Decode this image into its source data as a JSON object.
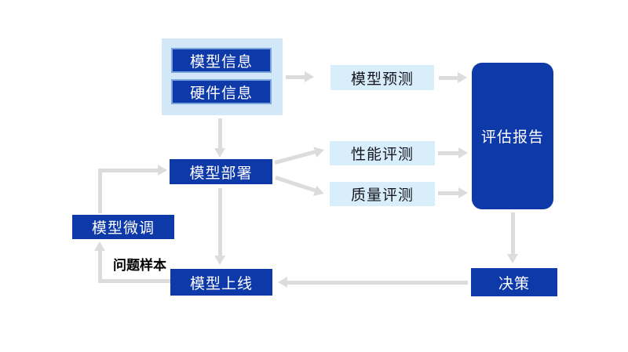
{
  "diagram": {
    "type": "flowchart",
    "nodes": {
      "model_info": {
        "label": "模型信息",
        "style": "dark"
      },
      "hardware_info": {
        "label": "硬件信息",
        "style": "dark"
      },
      "model_prediction": {
        "label": "模型预测",
        "style": "light"
      },
      "evaluation_report": {
        "label": "评估报告",
        "style": "dark-large-rounded"
      },
      "model_deployment": {
        "label": "模型部署",
        "style": "dark"
      },
      "performance_eval": {
        "label": "性能评测",
        "style": "light"
      },
      "quality_eval": {
        "label": "质量评测",
        "style": "light"
      },
      "model_finetune": {
        "label": "模型微调",
        "style": "dark"
      },
      "model_launch": {
        "label": "模型上线",
        "style": "dark"
      },
      "decision": {
        "label": "决策",
        "style": "dark"
      },
      "problem_samples": {
        "label": "问题样本",
        "style": "free-text-bold"
      }
    },
    "edges": [
      {
        "from": "input_info_group",
        "to": "model_prediction"
      },
      {
        "from": "model_prediction",
        "to": "evaluation_report"
      },
      {
        "from": "input_info_group",
        "to": "model_deployment"
      },
      {
        "from": "model_finetune",
        "to": "model_deployment"
      },
      {
        "from": "model_deployment",
        "to": "performance_eval"
      },
      {
        "from": "model_deployment",
        "to": "quality_eval"
      },
      {
        "from": "performance_eval",
        "to": "evaluation_report"
      },
      {
        "from": "quality_eval",
        "to": "evaluation_report"
      },
      {
        "from": "model_deployment",
        "to": "model_launch"
      },
      {
        "from": "evaluation_report",
        "to": "decision"
      },
      {
        "from": "decision",
        "to": "model_launch"
      },
      {
        "from": "model_launch",
        "to": "model_finetune",
        "label": "问题样本"
      }
    ],
    "colors": {
      "dark_node": "#0e39a8",
      "dark_node_border": "#7aa6dc",
      "light_node": "#d9eefb",
      "group_container": "#d2e7f8",
      "arrow": "#dcdcdc",
      "text_on_dark": "#ffffff",
      "text_on_light": "#15151f",
      "free_label_text": "#000000",
      "background": "#ffffff"
    }
  }
}
